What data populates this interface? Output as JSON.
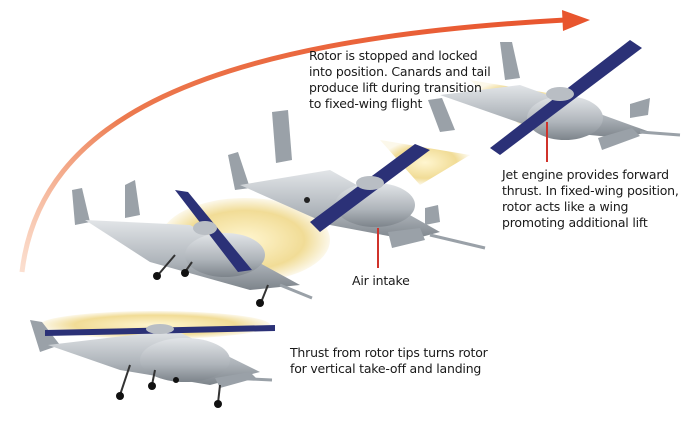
{
  "colors": {
    "arrow": "#e8603a",
    "fuselage": "#b9bec4",
    "wing": "#2b3177",
    "rotor_glow": "#f3e3a8",
    "leader_line": "#d0332b"
  },
  "stages": [
    {
      "name": "vertical-takeoff",
      "label": "Thrust from rotor tips turns rotor\nfor vertical take-off and landing"
    },
    {
      "name": "transition-rotor",
      "label": ""
    },
    {
      "name": "air-intake-stage",
      "label": "Air intake"
    },
    {
      "name": "fixed-wing",
      "label": "Jet engine provides forward\nthrust. In fixed-wing position,\nrotor acts like a wing\npromoting additional lift"
    }
  ],
  "callouts": {
    "rotor_locked": "Rotor is stopped and locked\ninto position. Canards and tail\nproduce lift during transition\nto fixed-wing flight",
    "jet_engine": "Jet engine provides forward\nthrust. In fixed-wing position,\nrotor acts like a wing\npromoting additional lift",
    "air_intake": "Air intake",
    "thrust": "Thrust from rotor tips turns rotor\nfor vertical take-off and landing"
  }
}
